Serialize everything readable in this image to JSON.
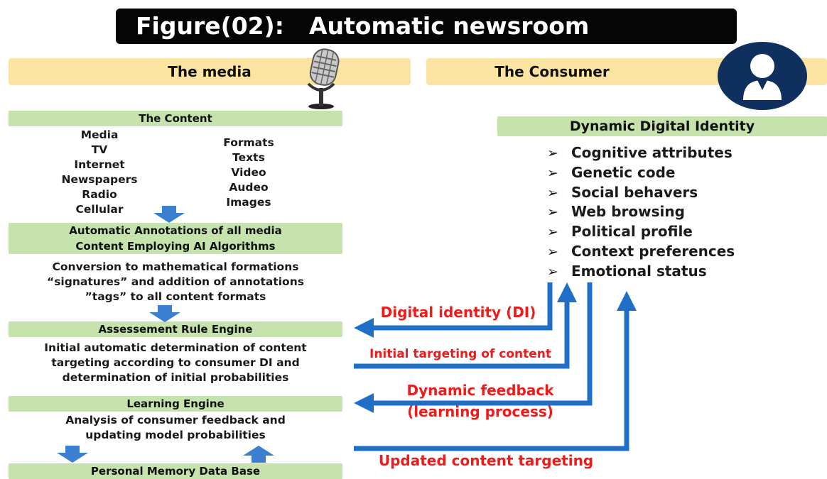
{
  "title": {
    "figure_label": "Figure(02):",
    "name": "Automatic newsroom"
  },
  "media_header": "The media",
  "consumer_header": "The Consumer",
  "content": {
    "header": "The Content",
    "sources": [
      "Media",
      "TV",
      "Internet",
      "Newspapers",
      "Radio",
      "Cellular"
    ],
    "formats": [
      "Formats",
      "Texts",
      "Video",
      "Audeo",
      "Images"
    ]
  },
  "annotations": {
    "line1": "Automatic Annotations of all media",
    "line2": "Content Employing AI Algorithms",
    "description": "Conversion to mathematical formations\n“signatures” and addition of annotations\n”tags” to all content formats"
  },
  "assessment": {
    "header": "Assessement Rule Engine",
    "description": "Initial automatic determination of content\ntargeting according to consumer DI and\ndetermination of initial probabilities"
  },
  "learning": {
    "header": "Learning Engine",
    "description": "Analysis of consumer feedback and\nupdating model probabilities"
  },
  "memory": {
    "header": "Personal Memory Data Base"
  },
  "identity": {
    "header": "Dynamic Digital Identity",
    "items": [
      "Cognitive attributes",
      "Genetic code",
      "Social behavers",
      "Web browsing",
      "Political profile",
      "Context preferences",
      "Emotional status"
    ]
  },
  "flows": {
    "digital_identity": "Digital identity (DI)",
    "initial_targeting": "Initial targeting of content",
    "dynamic_feedback_1": "Dynamic feedback",
    "dynamic_feedback_2": "(learning process)",
    "updated_targeting": "Updated content targeting"
  },
  "icons": {
    "microphone": "microphone-icon",
    "consumer": "user-avatar-icon",
    "bullet": "➢"
  },
  "colors": {
    "title_bg": "#050505",
    "header_bg": "#fbe3a1",
    "box_bg": "#c6e3ae",
    "arrow": "#1f6fc7",
    "flow_label": "#ee1b1b",
    "avatar_bg": "#0f2f5e"
  }
}
